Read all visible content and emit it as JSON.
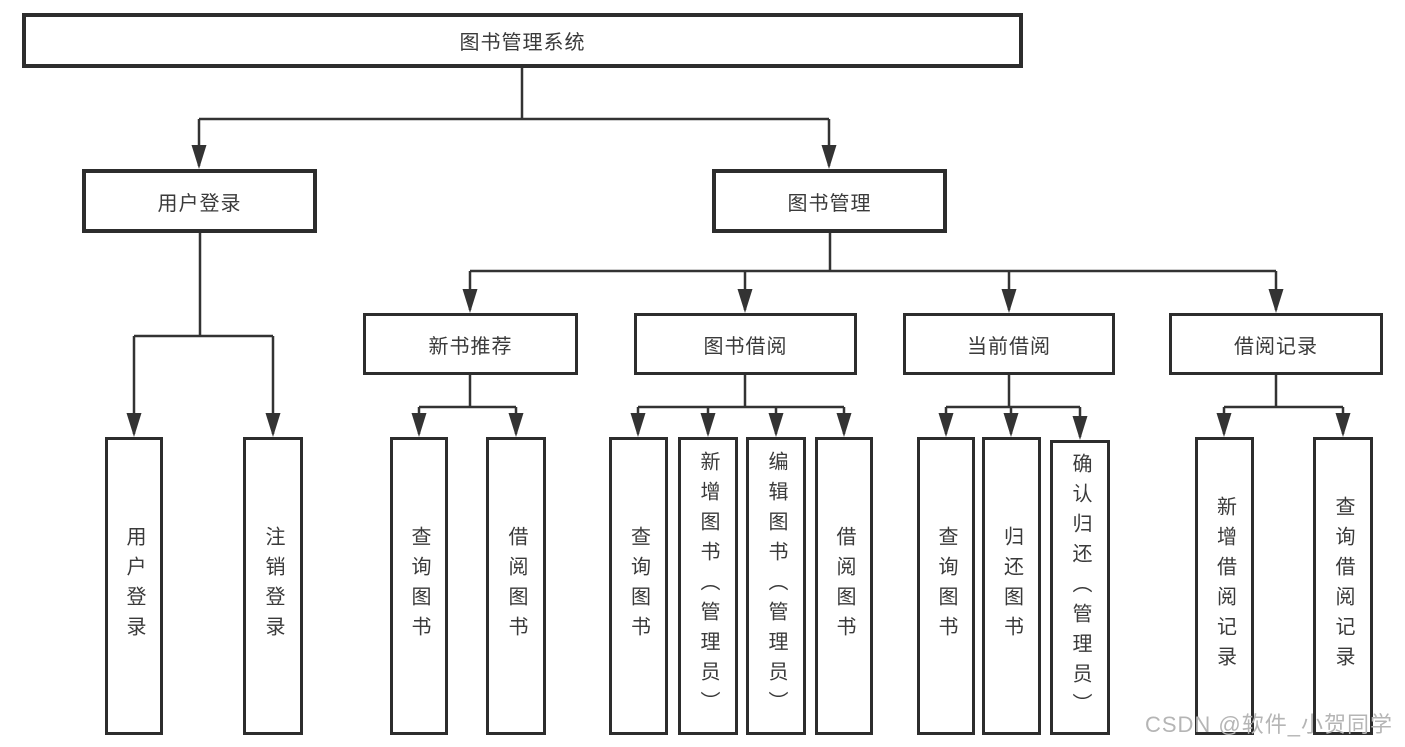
{
  "diagram": {
    "root": {
      "label": "图书管理系统"
    },
    "level2": [
      {
        "label": "用户登录",
        "parent": "图书管理系统"
      },
      {
        "label": "图书管理",
        "parent": "图书管理系统"
      }
    ],
    "level3": [
      {
        "label": "新书推荐",
        "parent": "图书管理"
      },
      {
        "label": "图书借阅",
        "parent": "图书管理"
      },
      {
        "label": "当前借阅",
        "parent": "图书管理"
      },
      {
        "label": "借阅记录",
        "parent": "图书管理"
      }
    ],
    "leaves": [
      {
        "label": "用户登录",
        "parent": "用户登录"
      },
      {
        "label": "注销登录",
        "parent": "用户登录"
      },
      {
        "label": "查询图书",
        "parent": "新书推荐"
      },
      {
        "label": "借阅图书",
        "parent": "新书推荐"
      },
      {
        "label": "查询图书",
        "parent": "图书借阅"
      },
      {
        "label": "新增图书（管理员）",
        "parent": "图书借阅"
      },
      {
        "label": "编辑图书（管理员）",
        "parent": "图书借阅"
      },
      {
        "label": "借阅图书",
        "parent": "图书借阅"
      },
      {
        "label": "查询图书",
        "parent": "当前借阅"
      },
      {
        "label": "归还图书",
        "parent": "当前借阅"
      },
      {
        "label": "确认归还（管理员）",
        "parent": "当前借阅"
      },
      {
        "label": "新增借阅记录",
        "parent": "借阅记录"
      },
      {
        "label": "查询借阅记录",
        "parent": "借阅记录"
      }
    ]
  },
  "watermark": {
    "text": "CSDN @软件_小贺同学"
  },
  "colors": {
    "line": "#333333",
    "border": "#2d2d2d",
    "text": "#3a3a3a",
    "watermark": "#b5b5b5",
    "background": "#ffffff"
  }
}
